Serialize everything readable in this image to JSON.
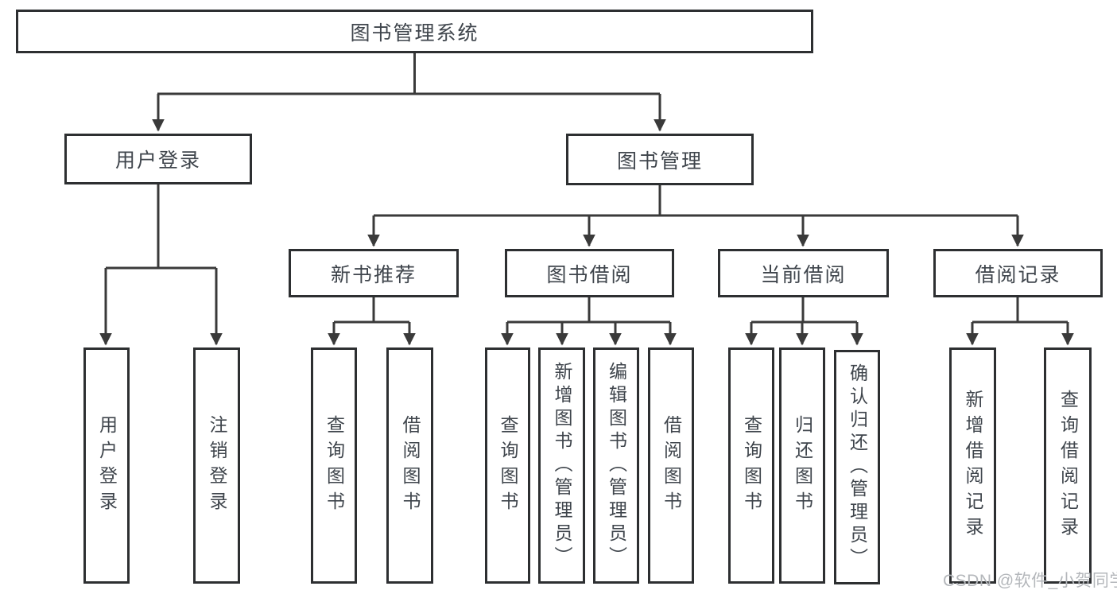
{
  "diagram": {
    "type": "hierarchy-flowchart",
    "title": "图书管理系统",
    "nodes": {
      "root": {
        "label": "图书管理系统",
        "level": 1
      },
      "user_login": {
        "label": "用户登录",
        "level": 2
      },
      "book_mgmt": {
        "label": "图书管理",
        "level": 2
      },
      "new_book_rec": {
        "label": "新书推荐",
        "level": 3
      },
      "book_borrow": {
        "label": "图书借阅",
        "level": 3
      },
      "current_borrow": {
        "label": "当前借阅",
        "level": 3
      },
      "borrow_record": {
        "label": "借阅记录",
        "level": 3
      },
      "login": {
        "label": "用户登录",
        "level": 4
      },
      "logout": {
        "label": "注销登录",
        "level": 4
      },
      "rec_query_book": {
        "label": "查询图书",
        "level": 4
      },
      "rec_borrow_book": {
        "label": "借阅图书",
        "level": 4
      },
      "bb_query_book": {
        "label": "查询图书",
        "level": 4
      },
      "bb_add_book": {
        "label": "新增图书（管理员）",
        "level": 4
      },
      "bb_edit_book": {
        "label": "编辑图书（管理员）",
        "level": 4
      },
      "bb_borrow_book": {
        "label": "借阅图书",
        "level": 4
      },
      "cb_query_book": {
        "label": "查询图书",
        "level": 4
      },
      "cb_return_book": {
        "label": "归还图书",
        "level": 4
      },
      "cb_confirm_return": {
        "label": "确认归还（管理员）",
        "level": 4
      },
      "br_add_record": {
        "label": "新增借阅记录",
        "level": 4
      },
      "br_query_record": {
        "label": "查询借阅记录",
        "level": 4
      }
    },
    "hierarchy": {
      "图书管理系统": [
        "用户登录",
        "图书管理"
      ],
      "用户登录": [
        "用户登录",
        "注销登录"
      ],
      "图书管理": [
        "新书推荐",
        "图书借阅",
        "当前借阅",
        "借阅记录"
      ],
      "新书推荐": [
        "查询图书",
        "借阅图书"
      ],
      "图书借阅": [
        "查询图书",
        "新增图书（管理员）",
        "编辑图书（管理员）",
        "借阅图书"
      ],
      "当前借阅": [
        "查询图书",
        "归还图书",
        "确认归还（管理员）"
      ],
      "借阅记录": [
        "新增借阅记录",
        "查询借阅记录"
      ]
    },
    "colors": {
      "background": "#ffffff",
      "box_border": "#2d2f31",
      "line": "#3a3a3a",
      "text": "#3f454c",
      "watermark": "#b4b7bb"
    },
    "watermark": {
      "text": "CSDN @软件_小贺同学"
    }
  }
}
